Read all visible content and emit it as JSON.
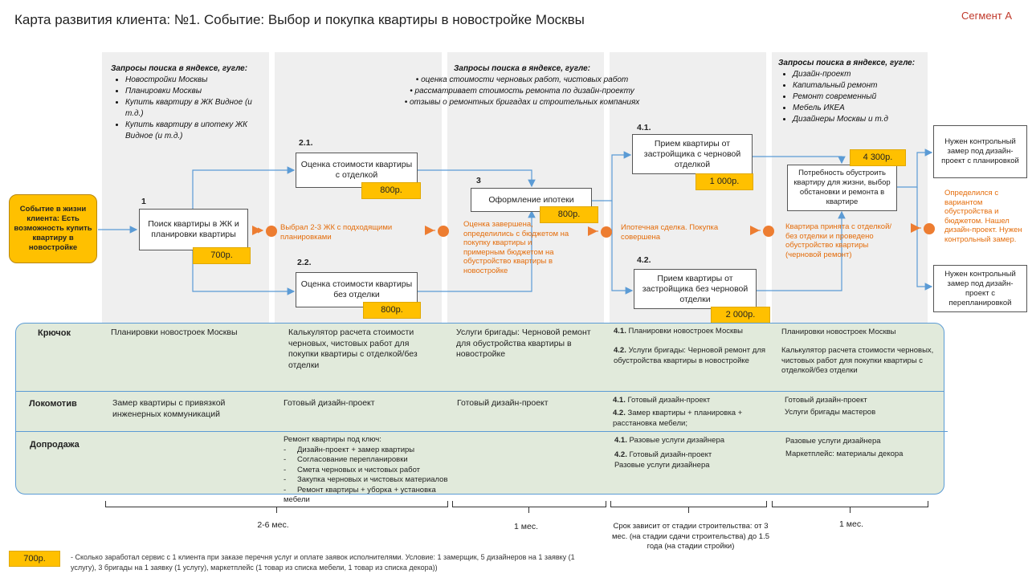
{
  "title": "Карта развития клиента: №1. Событие: Выбор и покупка квартиры в новостройке Москвы",
  "segment": "Сегмент А",
  "colors": {
    "accent_orange": "#ed7d31",
    "price_yellow": "#ffc000",
    "panel_green": "#e1eadb",
    "line_blue": "#5b9bd5",
    "column_gray": "#efefef"
  },
  "queries": {
    "col1": {
      "heading": "Запросы поиска в яндексе, гугле:",
      "items": [
        "Новостройки Москвы",
        "Планировки Москвы",
        "Купить квартиру в ЖК Видное (и т.д.)",
        "Купить квартиру в ипотеку ЖК Видное (и т.д.)"
      ]
    },
    "col3": {
      "heading": "Запросы поиска в яндексе, гугле:",
      "items": [
        "оценка стоимости черновых работ, чистовых работ",
        "рассматривает стоимость ремонта по дизайн-проекту",
        "отзывы о ремонтных бригадах и строительных компаниях"
      ]
    },
    "col5": {
      "heading": "Запросы поиска в яндексе, гугле:",
      "items": [
        "Дизайн-проект",
        "Капитальный ремонт",
        "Ремонт современный",
        "Мебель ИКЕА",
        "Дизайнеры Москвы и т.д"
      ]
    }
  },
  "event": "Событие в жизни клиента: Есть возможность купить квартиру в новостройке",
  "steps": {
    "s1": {
      "num": "1",
      "label": "Поиск квартиры в ЖК и планировки квартиры",
      "price": "700р."
    },
    "s21": {
      "num": "2.1.",
      "label": "Оценка стоимости квартиры с отделкой",
      "price": "800р."
    },
    "s22": {
      "num": "2.2.",
      "label": "Оценка стоимости квартиры без отделки",
      "price": "800р."
    },
    "s3": {
      "num": "3",
      "label": "Оформление ипотеки",
      "price": "800р."
    },
    "s41": {
      "num": "4.1.",
      "label": "Прием квартиры от застройщика с черновой отделкой",
      "price": "1 000р."
    },
    "s42": {
      "num": "4.2.",
      "label": "Прием квартиры от застройщика без черновой отделки",
      "price": "2 000р."
    },
    "s5": {
      "label": "Потребность обустроить квартиру для жизни, выбор обстановки и ремонта в квартире",
      "price": "4 300р."
    }
  },
  "transitions": {
    "t1": "Выбрал 2-3 ЖК с подходящими планировками",
    "t2": "Оценка завершена, определились с бюджетом на покупку квартиры и примерным бюджетом на обустройство квартиры в новостройке",
    "t3": "Ипотечная сделка. Покупка совершена",
    "t4": "Квартира принята с отделкой/без отделки и проведено обустройство квартиры (черновой ремонт)",
    "t5": "Определился с вариантом обустройства и бюджетом. Нашел дизайн-проект. Нужен контрольный замер."
  },
  "results": {
    "r1": "Нужен контрольный замер под дизайн-проект с планировкой",
    "r2": "Нужен контрольный замер под дизайн-проект с перепланировкой"
  },
  "rows": {
    "hook": "Крючок",
    "loco": "Локомотив",
    "upsell": "Допродажа"
  },
  "cells": {
    "hook_c1": "Планировки новостроек Москвы",
    "hook_c2": "Калькулятор расчета стоимости черновых, чистовых работ для покупки квартиры с отделкой/без отделки",
    "hook_c3": "Услуги бригады: Черновой ремонт для обустройства квартиры в новостройке",
    "hook_c4a_num": "4.1.",
    "hook_c4a": " Планировки новостроек Москвы",
    "hook_c4b_num": "4.2.",
    "hook_c4b": " Услуги бригады: Черновой ремонт для обустройства квартиры в новостройке",
    "hook_c5a": "Планировки новостроек Москвы",
    "hook_c5b": "Калькулятор расчета стоимости черновых, чистовых работ для покупки квартиры с отделкой/без отделки",
    "loco_c1": "Замер квартиры с привязкой инженерных коммуникаций",
    "loco_c2": "Готовый дизайн-проект",
    "loco_c3": "Готовый дизайн-проект",
    "loco_c4a_num": "4.1.",
    "loco_c4a": " Готовый дизайн-проект",
    "loco_c4b_num": "4.2.",
    "loco_c4b": " Замер квартиры + планировка + расстановка мебели;",
    "loco_c5a": "Готовый дизайн-проект",
    "loco_c5b": "Услуги бригады мастеров",
    "up_c2_head": "Ремонт квартиры под ключ:",
    "up_c2_items": [
      "Дизайн-проект + замер квартиры",
      "Согласование перепланировки",
      "Смета черновых и чистовых работ",
      "Закупка черновых и чистовых материалов",
      "Ремонт квартиры + уборка + установка мебели"
    ],
    "up_c4a_num": "4.1.",
    "up_c4a": " Разовые услуги дизайнера",
    "up_c4b_num": "4.2.",
    "up_c4b1": " Готовый дизайн-проект",
    "up_c4b2": "Разовые услуги дизайнера",
    "up_c5a": "Разовые услуги дизайнера",
    "up_c5b": "Маркетплейс: материалы декора"
  },
  "durations": {
    "d1": "2-6 мес.",
    "d2": "1 мес.",
    "d3": "Срок зависит от стадии строительства: от 3 мес. (на стадии сдачи строительства) до 1.5 года (на стадии стройки)",
    "d4": "1 мес."
  },
  "legend": {
    "price": "700р.",
    "text": "- Сколько заработал сервис с 1 клиента при заказе перечня услуг и оплате заявок исполнителями. Условие:  1 замерщик, 5 дизайнеров на 1 заявку (1 услугу), 3 бригады на 1 заявку (1 услугу), маркетплейс (1 товар из списка мебели, 1 товар из списка декора))"
  }
}
